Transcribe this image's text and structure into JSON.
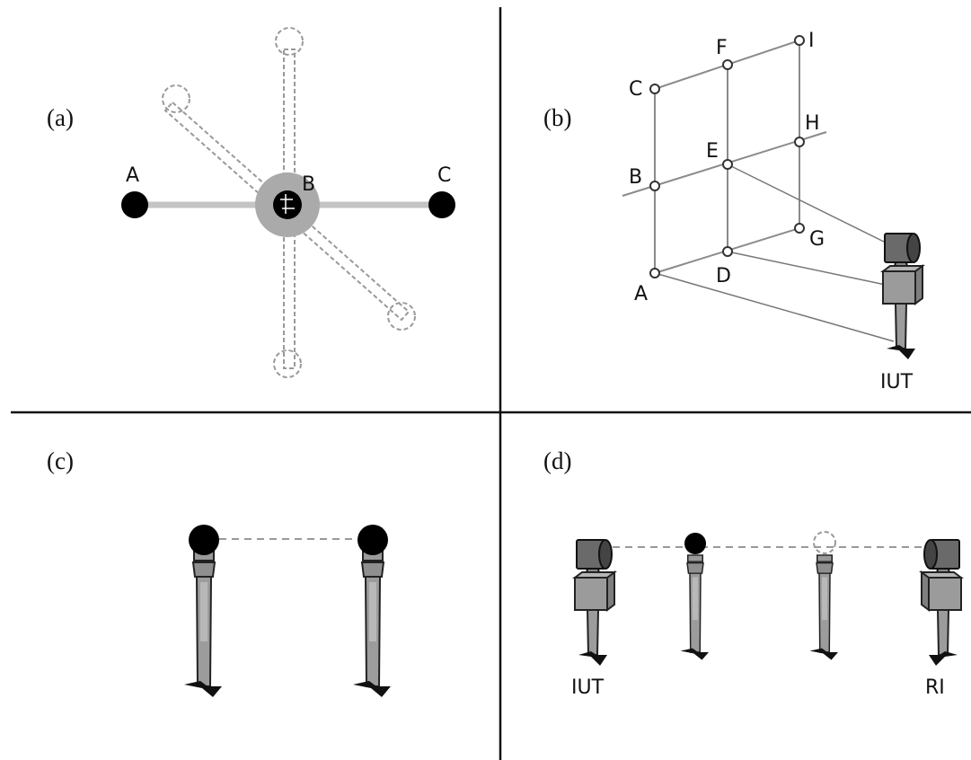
{
  "panels": {
    "a": {
      "label": "(a)",
      "points": [
        "A",
        "B",
        "C"
      ]
    },
    "b": {
      "label": "(b)",
      "nodes": [
        "A",
        "B",
        "C",
        "D",
        "E",
        "F",
        "G",
        "H",
        "I"
      ],
      "instrument": "IUT"
    },
    "c": {
      "label": "(c)"
    },
    "d": {
      "label": "(d)",
      "instrument_left": "IUT",
      "instrument_right": "RI"
    }
  }
}
